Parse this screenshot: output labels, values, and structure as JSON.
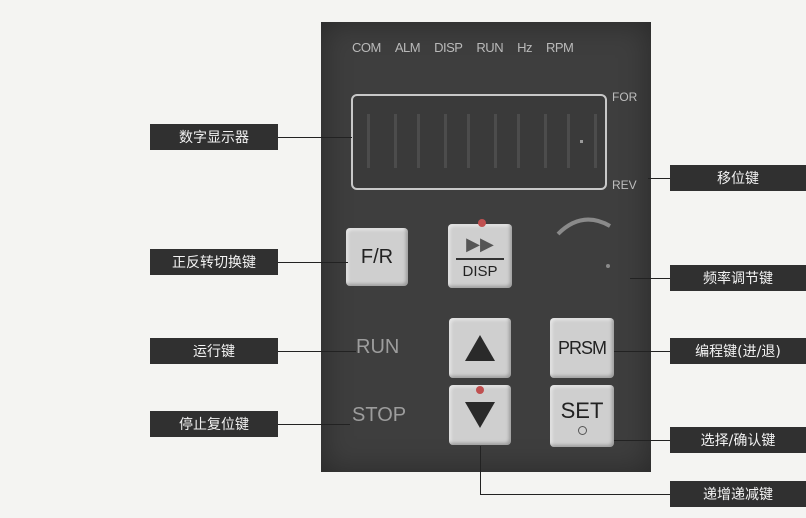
{
  "indicators": [
    "COM",
    "ALM",
    "DISP",
    "RUN",
    "Hz",
    "RPM"
  ],
  "side_labels": {
    "forward": "FOR",
    "reverse": "REV"
  },
  "keys": {
    "fr": "F/R",
    "disp_arrows": "▶▶",
    "disp": "DISP",
    "prsm": "PRSM",
    "set": "SET"
  },
  "panel_text": {
    "run": "RUN",
    "stop": "STOP"
  },
  "callouts": {
    "digital_display": "数字显示器",
    "shift_key": "移位键",
    "fwd_rev_key": "正反转切换键",
    "frequency_knob": "频率调节键",
    "run_key": "运行键",
    "program_key": "编程键(进/退)",
    "stop_reset_key": "停止复位键",
    "confirm_key": "选择/确认键",
    "up_down_key": "递增递减键"
  }
}
